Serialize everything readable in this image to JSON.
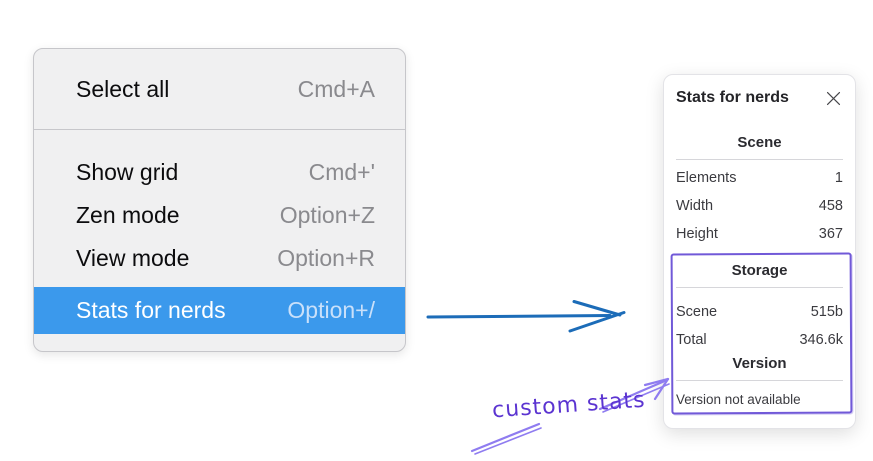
{
  "colors": {
    "highlight_blue": "#3b99ec",
    "arrow_blue": "#1c6cb8",
    "annotation_violet": "#8f7cf0",
    "box_violet": "#7159d8",
    "text_violet": "#5b34d1"
  },
  "context_menu": {
    "items": [
      {
        "label": "Select all",
        "shortcut": "Cmd+A",
        "highlighted": false
      },
      {
        "label": "Show grid",
        "shortcut": "Cmd+'",
        "highlighted": false
      },
      {
        "label": "Zen mode",
        "shortcut": "Option+Z",
        "highlighted": false
      },
      {
        "label": "View mode",
        "shortcut": "Option+R",
        "highlighted": false
      },
      {
        "label": "Stats for nerds",
        "shortcut": "Option+/",
        "highlighted": true
      }
    ]
  },
  "stats_panel": {
    "title": "Stats for nerds",
    "sections": [
      {
        "heading": "Scene",
        "rows": [
          {
            "label": "Elements",
            "value": "1"
          },
          {
            "label": "Width",
            "value": "458"
          },
          {
            "label": "Height",
            "value": "367"
          }
        ]
      },
      {
        "heading": "Storage",
        "rows": [
          {
            "label": "Scene",
            "value": "515b"
          },
          {
            "label": "Total",
            "value": "346.6k"
          }
        ]
      },
      {
        "heading": "Version",
        "rows": [],
        "note": "Version not available"
      }
    ]
  },
  "annotation": {
    "label": "custom stats"
  }
}
